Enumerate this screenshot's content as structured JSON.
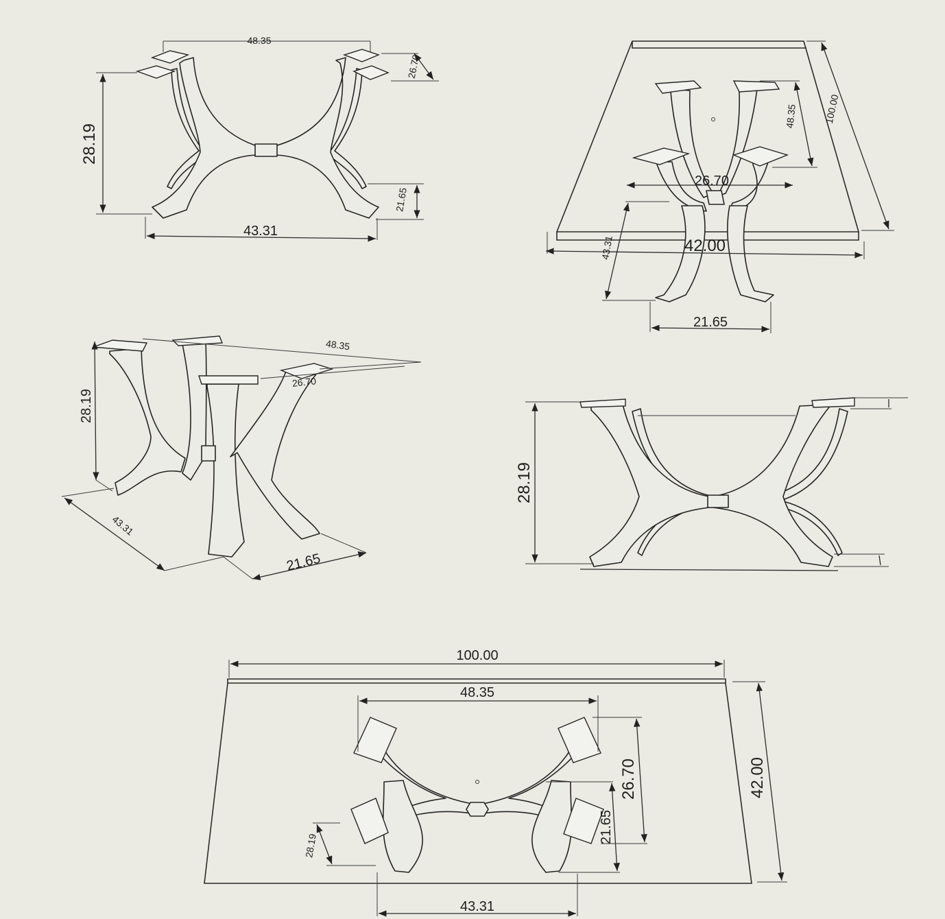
{
  "dimensions": {
    "top_width": "100.00",
    "top_depth": "42.00",
    "height": "28.19",
    "base_length": "43.31",
    "base_width": "21.65",
    "plate_span_long": "48.35",
    "plate_span_short": "26.70"
  },
  "colors": {
    "background": "#ebebe4",
    "line": "#242424"
  }
}
